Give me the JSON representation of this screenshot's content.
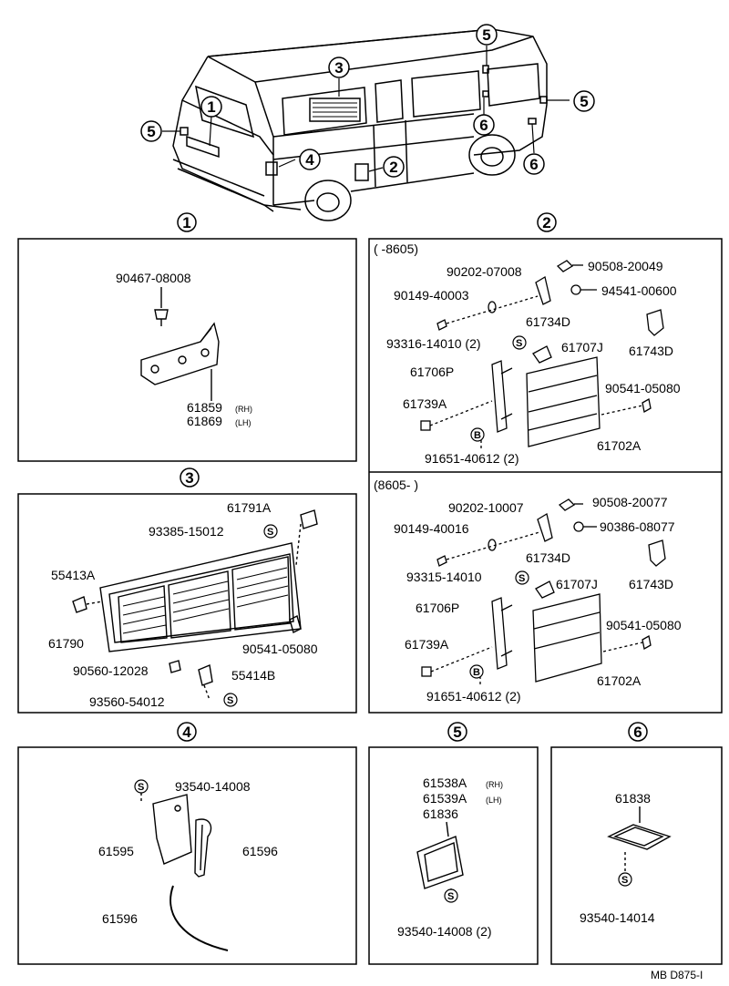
{
  "diagram_code": "MB D875-I",
  "callouts": {
    "c1": "1",
    "c2": "2",
    "c3": "3",
    "c4": "4",
    "c5": "5",
    "c6": "6"
  },
  "symbols": {
    "s": "S",
    "b": "B"
  },
  "panel1": {
    "bolt": "90467-08008",
    "cover_rh": "61859",
    "cover_rh_suffix": "(RH)",
    "cover_lh": "61869",
    "cover_lh_suffix": "(LH)"
  },
  "panel2a": {
    "date_range": "(        -8605)",
    "p90508": "90508-20049",
    "p90202": "90202-07008",
    "p90149": "90149-40003",
    "p94541": "94541-00600",
    "p61734": "61734D",
    "p93316": "93316-14010 (2)",
    "p61707": "61707J",
    "p61743": "61743D",
    "p61706": "61706P",
    "p90541": "90541-05080",
    "p61739": "61739A",
    "p91651": "91651-40612  (2)",
    "p61702": "61702A"
  },
  "panel2b": {
    "date_range": "(8605-          )",
    "p90202": "90202-10007",
    "p90508": "90508-20077",
    "p90149": "90149-40016",
    "p90386": "90386-08077",
    "p61734": "61734D",
    "p93315": "93315-14010",
    "p61707": "61707J",
    "p61743": "61743D",
    "p61706": "61706P",
    "p90541": "90541-05080",
    "p61739": "61739A",
    "p91651": "91651-40612  (2)",
    "p61702": "61702A"
  },
  "panel3": {
    "p61791": "61791A",
    "p93385": "93385-15012",
    "p55413": "55413A",
    "p61790": "61790",
    "p90541": "90541-05080",
    "p90560": "90560-12028",
    "p55414": "55414B",
    "p93560": "93560-54012"
  },
  "panel4": {
    "p93540": "93540-14008",
    "p61595": "61595",
    "p61596a": "61596",
    "p61596b": "61596"
  },
  "panel5": {
    "p61538": "61538A",
    "p61538_suffix": "(RH)",
    "p61539": "61539A",
    "p61539_suffix": "(LH)",
    "p61836": "61836",
    "p93540": "93540-14008  (2)"
  },
  "panel6": {
    "p61838": "61838",
    "p93540": "93540-14014"
  }
}
